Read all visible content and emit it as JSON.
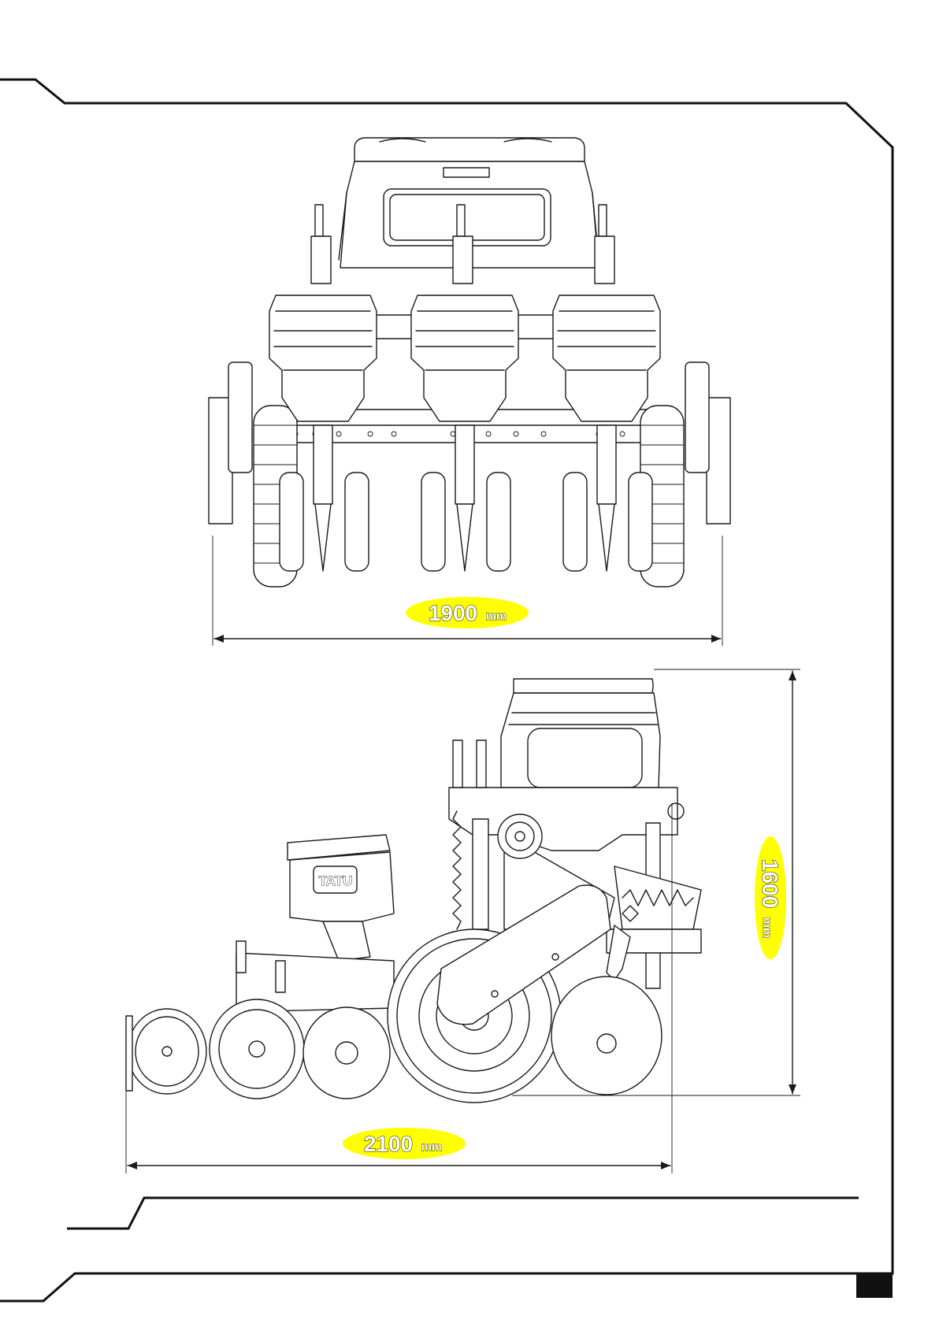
{
  "dimensions": {
    "width_front": {
      "value": "1900",
      "unit": "mm"
    },
    "length_side": {
      "value": "2100",
      "unit": "mm"
    },
    "height_side": {
      "value": "1600",
      "unit": "mm"
    }
  },
  "brand": {
    "logo_text": "TATU"
  },
  "colors": {
    "label_highlight": "#ffff00",
    "line": "#1a1a1a",
    "page_corner_tab": "#111111"
  },
  "views": [
    "front-view",
    "side-view"
  ]
}
